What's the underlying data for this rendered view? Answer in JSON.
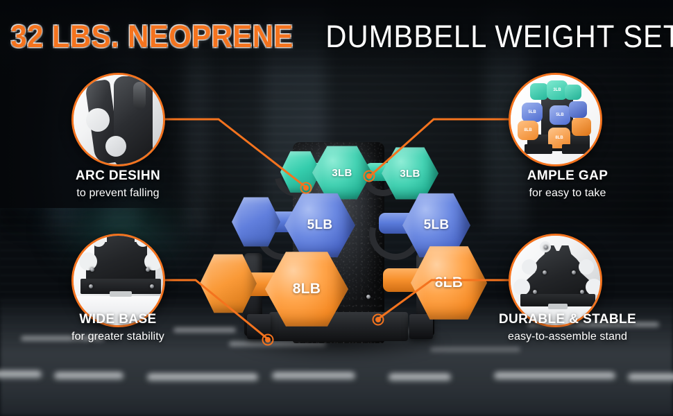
{
  "headline": {
    "highlight": "32 LBS. NEOPRENE",
    "rest": "DUMBBELL WEIGHT SET",
    "highlight_color": "#F4731E",
    "rest_color": "#FFFFFF"
  },
  "theme": {
    "accent": "#F4731E",
    "teal": "#2FC9A8",
    "blue": "#5A7BDB",
    "orange": "#F7902C",
    "rack_black": "#232528",
    "background": "#161c22"
  },
  "callouts": [
    {
      "id": "arc-design",
      "title": "ARC DESIHN",
      "subtitle": "to prevent falling",
      "side": "left",
      "art": "rack-arc-closeup"
    },
    {
      "id": "wide-base",
      "title": "WIDE BASE",
      "subtitle": "for greater stability",
      "side": "left",
      "art": "rack-base-closeup"
    },
    {
      "id": "ample-gap",
      "title": "AMPLE GAP",
      "subtitle": "for easy to take",
      "side": "right",
      "art": "full-set-closeup"
    },
    {
      "id": "durable-stable",
      "title": "DURABLE & STABLE",
      "subtitle": "easy-to-assemble stand",
      "side": "right",
      "art": "rack-frame-closeup"
    }
  ],
  "product": {
    "name": "Neoprene dumbbell weight set with A-frame stand",
    "total_weight": "32 LBS.",
    "pairs": [
      {
        "weight_label": "3LB",
        "color": "#2FC9A8",
        "tier": "top"
      },
      {
        "weight_label": "5LB",
        "color": "#5A7BDB",
        "tier": "middle"
      },
      {
        "weight_label": "8LB",
        "color": "#F7902C",
        "tier": "bottom"
      }
    ],
    "dumbbell_labels": {
      "top_left": "3LB",
      "top_right": "3LB",
      "mid_left": "5LB",
      "mid_right": "5LB",
      "bot_left": "8LB",
      "bot_right": "8LB"
    }
  },
  "mini_set_labels": {
    "a": "3LB",
    "b": "3LB",
    "c": "5LB",
    "d": "5LB",
    "e": "8LB",
    "f": "8LB"
  }
}
